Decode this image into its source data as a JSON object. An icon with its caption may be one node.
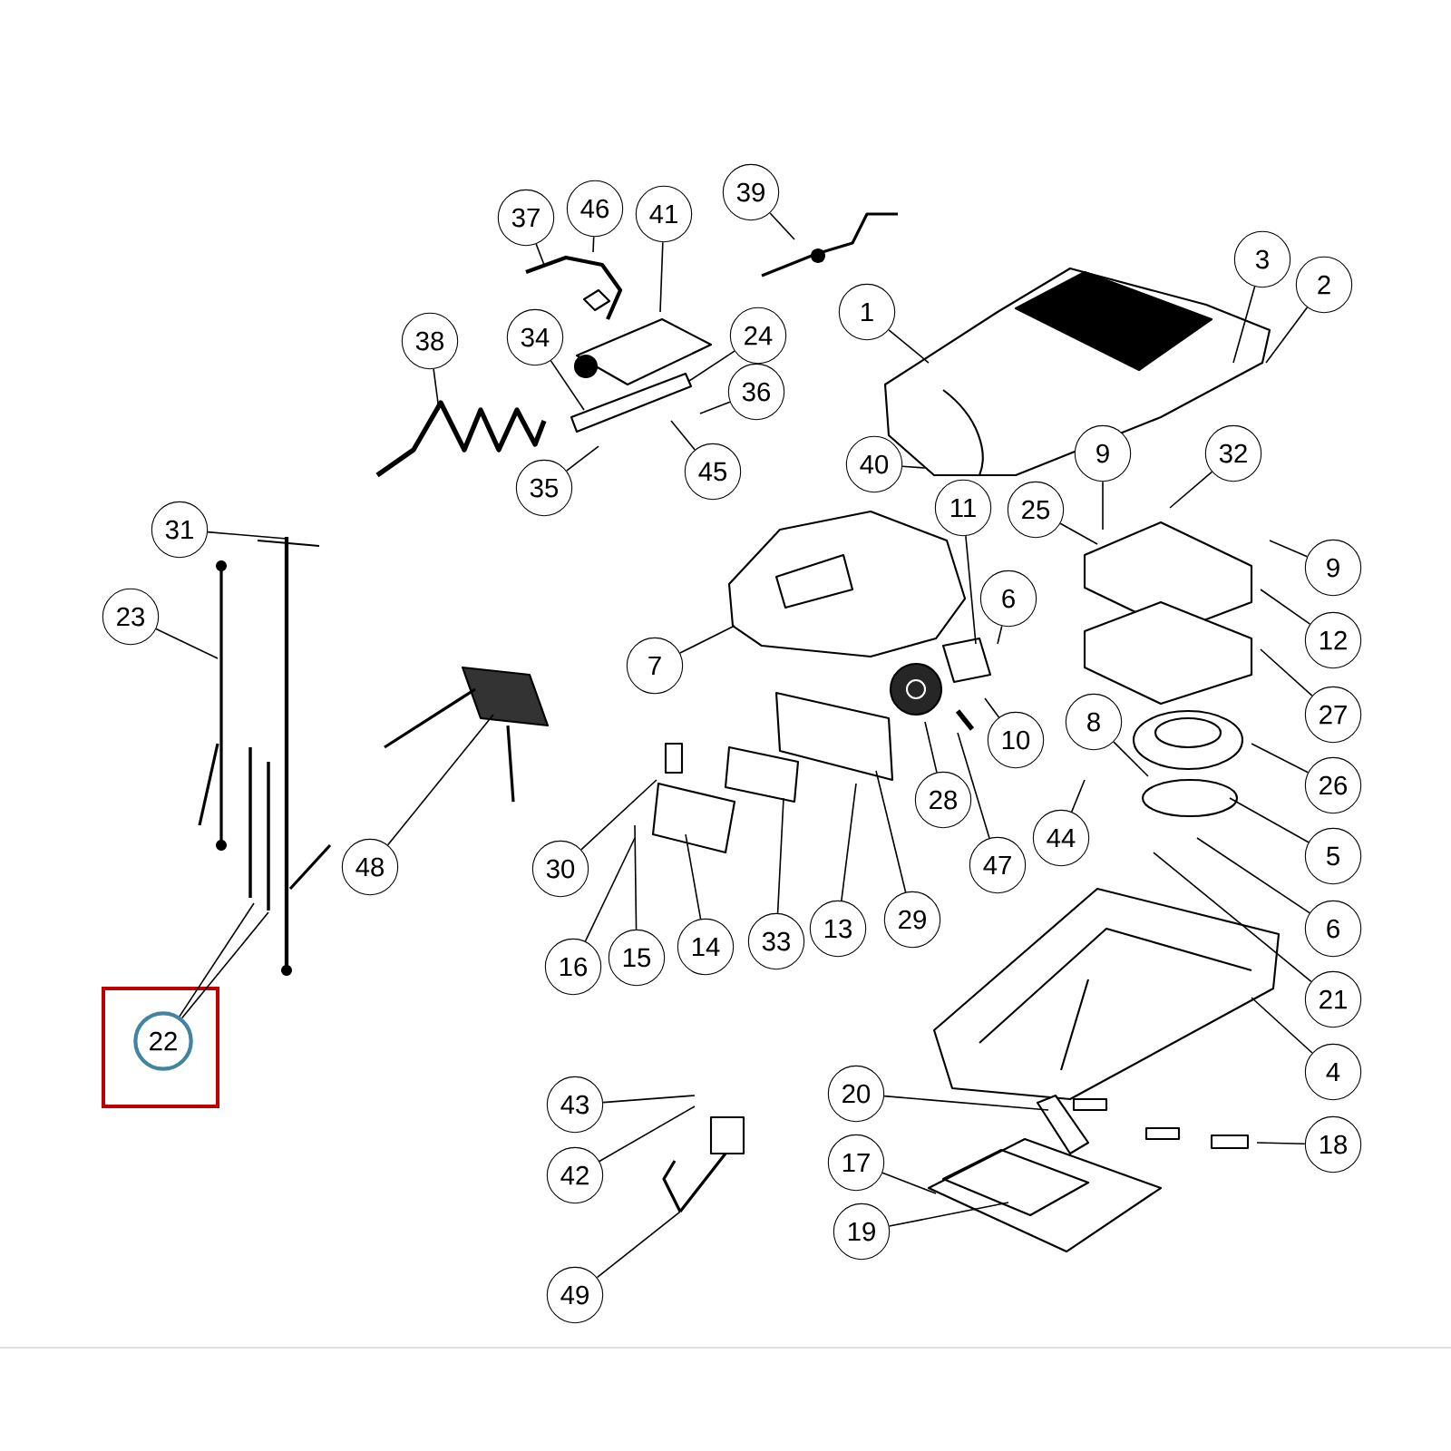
{
  "diagram": {
    "nodes": [
      {
        "text": [
          "37"
        ]
      },
      {
        "text": [
          "46"
        ]
      },
      {
        "text": [
          "41"
        ]
      },
      {
        "text": [
          "39"
        ]
      },
      {
        "text": [
          "3"
        ]
      },
      {
        "text": [
          "2"
        ]
      },
      {
        "text": [
          "1"
        ]
      },
      {
        "text": [
          "38"
        ]
      },
      {
        "text": [
          "34"
        ]
      },
      {
        "text": [
          "24"
        ]
      },
      {
        "text": [
          "36"
        ]
      },
      {
        "text": [
          "35"
        ]
      },
      {
        "text": [
          "45"
        ]
      },
      {
        "text": [
          "40"
        ]
      },
      {
        "text": [
          "9"
        ]
      },
      {
        "text": [
          "32"
        ]
      },
      {
        "text": [
          "25"
        ]
      },
      {
        "text": [
          "11"
        ]
      },
      {
        "text": [
          "31"
        ]
      },
      {
        "text": [
          "9"
        ]
      },
      {
        "text": [
          "6"
        ]
      },
      {
        "text": [
          "23"
        ]
      },
      {
        "text": [
          "7"
        ]
      },
      {
        "text": [
          "12"
        ]
      },
      {
        "text": [
          "27"
        ]
      },
      {
        "text": [
          "10"
        ]
      },
      {
        "text": [
          "8"
        ]
      },
      {
        "text": [
          "26"
        ]
      },
      {
        "text": [
          "28"
        ]
      },
      {
        "text": [
          "5"
        ]
      },
      {
        "text": [
          "47"
        ]
      },
      {
        "text": [
          "44"
        ]
      },
      {
        "text": [
          "48"
        ]
      },
      {
        "text": [
          "30"
        ]
      },
      {
        "text": [
          "6"
        ]
      },
      {
        "text": [
          "16"
        ]
      },
      {
        "text": [
          "15"
        ]
      },
      {
        "text": [
          "14"
        ]
      },
      {
        "text": [
          "33"
        ]
      },
      {
        "text": [
          "13"
        ]
      },
      {
        "text": [
          "29"
        ]
      },
      {
        "text": [
          "21"
        ]
      },
      {
        "text": [
          "22"
        ]
      },
      {
        "text": [
          "4"
        ]
      },
      {
        "text": [
          "20"
        ]
      },
      {
        "text": [
          "18"
        ]
      },
      {
        "text": [
          "43"
        ]
      },
      {
        "text": [
          "17"
        ]
      },
      {
        "text": [
          "42"
        ]
      },
      {
        "text": [
          "19"
        ]
      },
      {
        "text": [
          "49"
        ]
      }
    ],
    "edges": [
      {
        "from": 0,
        "to": null,
        "arrow": "none"
      },
      {
        "from": 1,
        "to": null,
        "arrow": "none"
      },
      {
        "from": 2,
        "to": null,
        "arrow": "none"
      },
      {
        "from": 3,
        "to": null,
        "arrow": "none"
      },
      {
        "from": 4,
        "to": null,
        "arrow": "none"
      },
      {
        "from": 5,
        "to": null,
        "arrow": "none"
      },
      {
        "from": 6,
        "to": null,
        "arrow": "none"
      },
      {
        "from": 7,
        "to": null,
        "arrow": "none"
      },
      {
        "from": 8,
        "to": null,
        "arrow": "none"
      },
      {
        "from": 9,
        "to": null,
        "arrow": "none"
      },
      {
        "from": 10,
        "to": null,
        "arrow": "none"
      },
      {
        "from": 11,
        "to": null,
        "arrow": "none"
      },
      {
        "from": 12,
        "to": null,
        "arrow": "none"
      },
      {
        "from": 13,
        "to": null,
        "arrow": "none"
      },
      {
        "from": 14,
        "to": null,
        "arrow": "none"
      },
      {
        "from": 15,
        "to": null,
        "arrow": "none"
      },
      {
        "from": 16,
        "to": null,
        "arrow": "none"
      },
      {
        "from": 17,
        "to": null,
        "arrow": "none"
      },
      {
        "from": 18,
        "to": null,
        "arrow": "none"
      },
      {
        "from": 19,
        "to": null,
        "arrow": "none"
      },
      {
        "from": 20,
        "to": null,
        "arrow": "none"
      },
      {
        "from": 21,
        "to": null,
        "arrow": "none"
      },
      {
        "from": 22,
        "to": null,
        "arrow": "none"
      },
      {
        "from": 23,
        "to": null,
        "arrow": "none"
      },
      {
        "from": 24,
        "to": null,
        "arrow": "none"
      },
      {
        "from": 25,
        "to": null,
        "arrow": "none"
      },
      {
        "from": 26,
        "to": null,
        "arrow": "none"
      },
      {
        "from": 27,
        "to": null,
        "arrow": "none"
      },
      {
        "from": 28,
        "to": null,
        "arrow": "none"
      },
      {
        "from": 29,
        "to": null,
        "arrow": "none"
      },
      {
        "from": 30,
        "to": null,
        "arrow": "none"
      },
      {
        "from": 31,
        "to": null,
        "arrow": "none"
      },
      {
        "from": 32,
        "to": null,
        "arrow": "none"
      },
      {
        "from": 33,
        "to": null,
        "arrow": "none"
      },
      {
        "from": 34,
        "to": null,
        "arrow": "none"
      },
      {
        "from": 35,
        "to": null,
        "arrow": "none"
      },
      {
        "from": 36,
        "to": null,
        "arrow": "none"
      },
      {
        "from": 37,
        "to": null,
        "arrow": "none"
      },
      {
        "from": 38,
        "to": null,
        "arrow": "none"
      },
      {
        "from": 39,
        "to": null,
        "arrow": "none"
      },
      {
        "from": 40,
        "to": null,
        "arrow": "none"
      },
      {
        "from": 41,
        "to": null,
        "arrow": "none"
      },
      {
        "from": 42,
        "to": null,
        "arrow": "none"
      },
      {
        "from": 42,
        "to": null,
        "arrow": "none"
      },
      {
        "from": 43,
        "to": null,
        "arrow": "none"
      },
      {
        "from": 44,
        "to": null,
        "arrow": "none"
      },
      {
        "from": 45,
        "to": null,
        "arrow": "none"
      },
      {
        "from": 46,
        "to": null,
        "arrow": "none"
      },
      {
        "from": 47,
        "to": null,
        "arrow": "none"
      },
      {
        "from": 48,
        "to": null,
        "arrow": "none"
      },
      {
        "from": 49,
        "to": null,
        "arrow": "none"
      },
      {
        "from": 50,
        "to": null,
        "arrow": "none"
      }
    ]
  }
}
